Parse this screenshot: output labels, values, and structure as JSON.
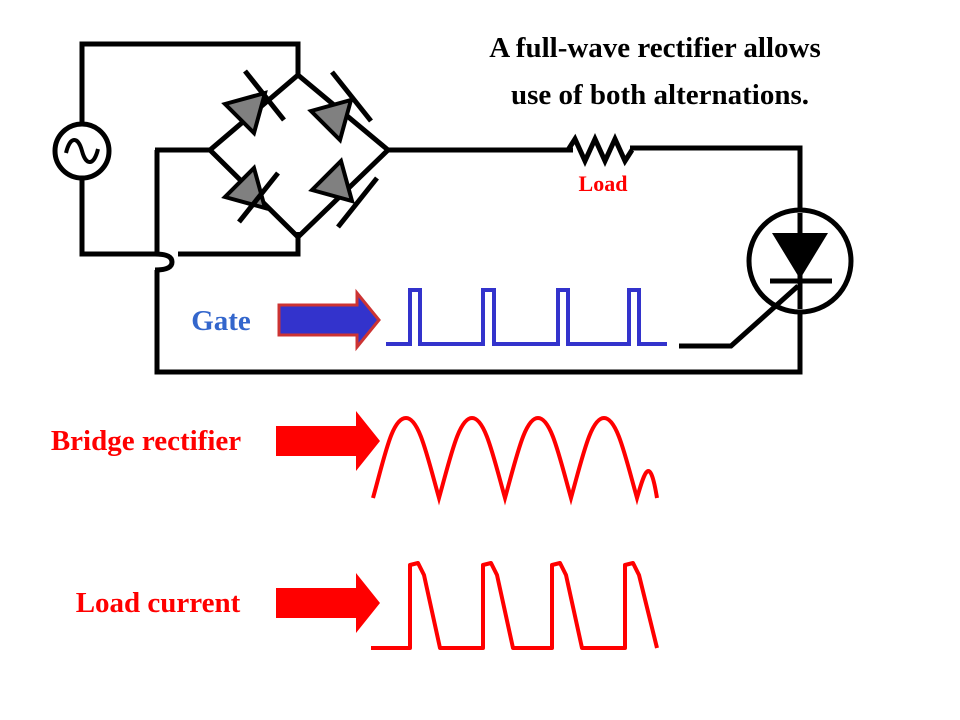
{
  "title": {
    "line1": "A full-wave rectifier allows",
    "line2": "use of both alternations."
  },
  "labels": {
    "load": "Load",
    "gate": "Gate",
    "bridge": "Bridge rectifier",
    "load_current": "Load current"
  },
  "icons": {
    "source": "ac-source-icon",
    "diode": "diode-icon",
    "resistor": "resistor-icon",
    "scr": "scr-icon",
    "arrow": "arrow-icon"
  },
  "colors": {
    "wire": "#000000",
    "diode_fill": "#808080",
    "accent_red": "#ff0000",
    "gate_blue": "#3333cc",
    "gate_text": "#3366cc"
  }
}
